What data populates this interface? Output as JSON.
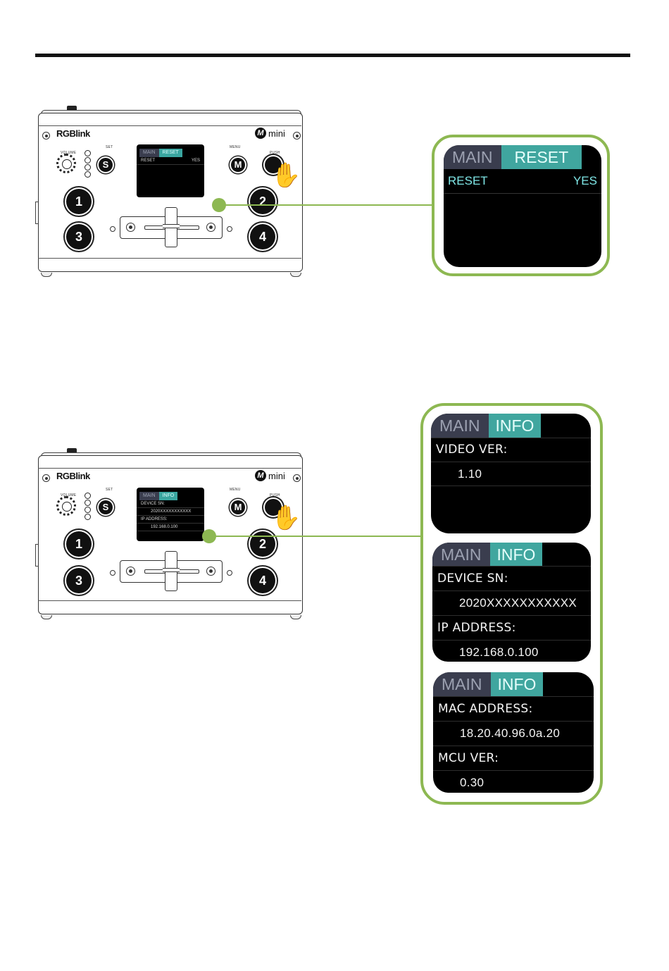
{
  "device": {
    "brand": "RGBlink",
    "model": "mini",
    "model_badge": "M",
    "labels": {
      "set": "SET",
      "menu": "MENU",
      "volume": "VOLUME",
      "push": "PUSH"
    },
    "s_button": "S",
    "m_button": "M",
    "channels": [
      "1",
      "2",
      "3",
      "4"
    ]
  },
  "reset_screen": {
    "tab_main": "MAIN",
    "tab_active": "RESET",
    "row_label": "RESET",
    "row_value": "YES"
  },
  "info_screen_small": {
    "tab_main": "MAIN",
    "tab_active": "INFO",
    "rows": [
      "DEVICE SN:",
      "2020XXXXXXXXXXX",
      "IP ADDRESS:",
      "192.168.0.100"
    ]
  },
  "info_panels": [
    {
      "tab_main": "MAIN",
      "tab_active": "INFO",
      "rows": [
        {
          "text": "VIDEO VER:"
        },
        {
          "text": "1.10"
        }
      ]
    },
    {
      "tab_main": "MAIN",
      "tab_active": "INFO",
      "rows": [
        {
          "text": "DEVICE SN:"
        },
        {
          "text": "2020XXXXXXXXXXX"
        },
        {
          "text": "IP ADDRESS:"
        },
        {
          "text": "192.168.0.100"
        }
      ]
    },
    {
      "tab_main": "MAIN",
      "tab_active": "INFO",
      "rows": [
        {
          "text": "MAC ADDRESS:"
        },
        {
          "text": "18.20.40.96.0a.20"
        },
        {
          "text": "MCU VER:"
        },
        {
          "text": "0.30"
        }
      ]
    }
  ],
  "colors": {
    "accent_green": "#8db852",
    "tab_active": "#40a69f",
    "tab_inactive": "#3a3d4e",
    "reset_text": "#7fe6e6"
  }
}
